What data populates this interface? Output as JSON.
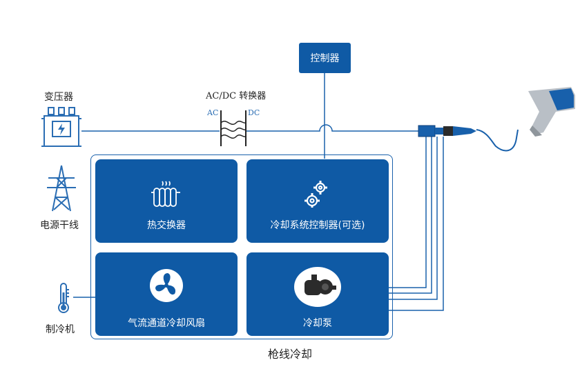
{
  "labels": {
    "transformer": "变压器",
    "grid": "电源干线",
    "chiller": "制冷机",
    "acdc": "AC/DC 转换器",
    "ac": "AC",
    "dc": "DC",
    "controller": "控制器",
    "system_title": "枪线冷却"
  },
  "panels": {
    "heat_exchanger": "热交换器",
    "cooling_controller": "冷却系统控制器(可选)",
    "fan": "气流通道冷却风扇",
    "pump": "冷却泵"
  },
  "colors": {
    "primary": "#0f5aa5",
    "line": "#1860ab",
    "white": "#ffffff"
  },
  "icons": [
    "transformer-icon",
    "power-tower-icon",
    "thermometer-icon",
    "radiator-icon",
    "gears-icon",
    "fan-icon",
    "pump-icon",
    "charging-gun-icon",
    "ac-dc-converter-icon"
  ]
}
